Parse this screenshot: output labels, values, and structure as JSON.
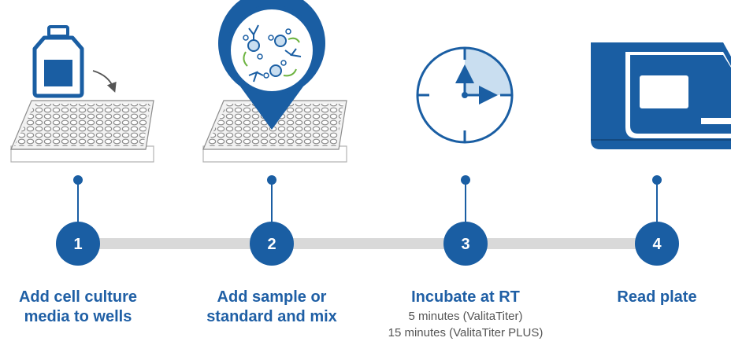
{
  "colors": {
    "brand_blue": "#1a5ea3",
    "title_blue": "#1f5fa5",
    "light_blue": "#c9def0",
    "timeline_grey": "#d9d9d9",
    "plate_grey": "#8c8c8c",
    "subtitle_grey": "#555555",
    "accent_green": "#6cb33f"
  },
  "steps": [
    {
      "number": "1",
      "title_line1": "Add cell culture",
      "title_line2": "media to wells",
      "icon": "bottle-and-plate-icon"
    },
    {
      "number": "2",
      "title_line1": "Add sample or",
      "title_line2": "standard and mix",
      "icon": "molecules-pin-icon"
    },
    {
      "number": "3",
      "title_line1": "Incubate at RT",
      "sub_line1": "5 minutes (ValitaTiter)",
      "sub_line2": "15 minutes (ValitaTiter PLUS)",
      "icon": "clock-icon"
    },
    {
      "number": "4",
      "title_line1": "Read plate",
      "icon": "plate-reader-icon"
    }
  ]
}
